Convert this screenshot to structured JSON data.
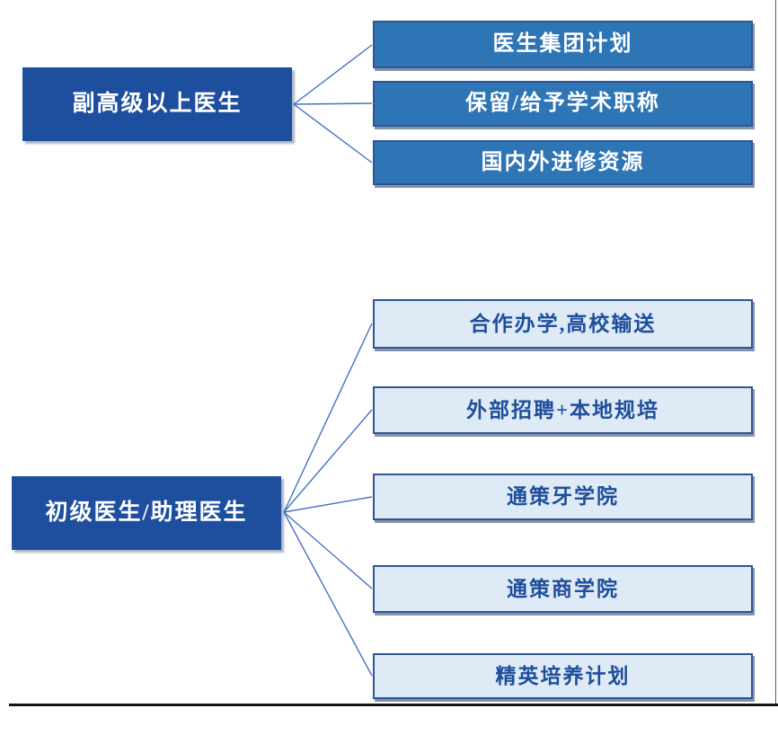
{
  "diagram": {
    "groups": [
      {
        "name": "senior-doctors",
        "source_label": "副高级以上医生",
        "targets": [
          "医生集团计划",
          "保留/给予学术职称",
          "国内外进修资源"
        ]
      },
      {
        "name": "junior-doctors",
        "source_label": "初级医生/助理医生",
        "targets": [
          "合作办学,高校输送",
          "外部招聘+本地规培",
          "通策牙学院",
          "通策商学院",
          "精英培养计划"
        ]
      }
    ],
    "colors": {
      "source_box_fill": "#1E4F9E",
      "source_box_text": "#FFFFFF",
      "target_dark_fill": "#2E75B6",
      "target_dark_text": "#FFFFFF",
      "target_light_fill": "#DEEAF6",
      "target_light_text": "#1F4E9B",
      "box_border": "#2F5597",
      "connector_line": "#4472C4",
      "frame_rule": "#141414"
    }
  }
}
